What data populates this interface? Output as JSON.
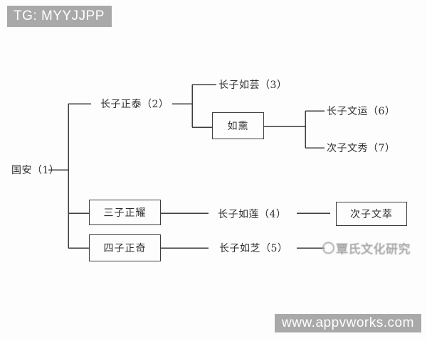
{
  "header": {
    "tag_label": "TG: MYYJJPP"
  },
  "footer": {
    "site_url": "www.appvworks.com"
  },
  "watermark": {
    "text": "覃氏文化研究"
  },
  "colors": {
    "bar_gray": "#a9a9a9",
    "line_dark": "#3d3d3d",
    "watermark_gray": "#a8a8a8",
    "background": "#fdfdfd"
  },
  "tree": {
    "type": "family-tree",
    "nodes": {
      "guoan": {
        "label": "国安（1）",
        "boxed": false
      },
      "zhengtai": {
        "label": "长子正泰（2）",
        "boxed": false
      },
      "ruyun": {
        "label": "长子如芸（3）",
        "boxed": false
      },
      "ruxun": {
        "label": "如熏",
        "boxed": true
      },
      "wenyun": {
        "label": "长子文运（6）",
        "boxed": false
      },
      "wenxiu": {
        "label": "次子文秀（7）",
        "boxed": false
      },
      "zhengyao": {
        "label": "三子正耀",
        "boxed": true
      },
      "rulian": {
        "label": "长子如莲（4）",
        "boxed": false
      },
      "wencui": {
        "label": "次子文萃",
        "boxed": true
      },
      "zhengqi": {
        "label": "四子正奇",
        "boxed": true
      },
      "ruzhi": {
        "label": "长子如芝（5）",
        "boxed": false
      }
    },
    "edges": [
      [
        "guoan",
        "zhengtai"
      ],
      [
        "guoan",
        "zhengyao"
      ],
      [
        "guoan",
        "zhengqi"
      ],
      [
        "zhengtai",
        "ruyun"
      ],
      [
        "zhengtai",
        "ruxun"
      ],
      [
        "ruxun",
        "wenyun"
      ],
      [
        "ruxun",
        "wenxiu"
      ],
      [
        "zhengyao",
        "rulian"
      ],
      [
        "rulian",
        "wencui"
      ],
      [
        "zhengqi",
        "ruzhi"
      ]
    ]
  }
}
